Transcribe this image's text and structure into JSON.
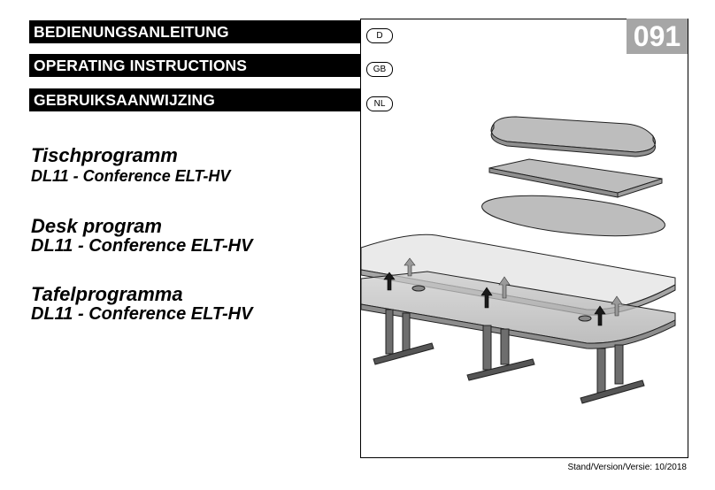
{
  "headings": {
    "de": "BEDIENUNGSANLEITUNG",
    "en": "OPERATING INSTRUCTIONS",
    "nl": "GEBRUIKSAANWIJZING"
  },
  "languages": {
    "de": "D",
    "en": "GB",
    "nl": "NL"
  },
  "titles": [
    {
      "main": "Tischprogramm",
      "sub": "DL11 - Conference ELT-HV"
    },
    {
      "main": "Desk program",
      "sub": "DL11 - Conference ELT-HV"
    },
    {
      "main": "Tafelprogramma",
      "sub": "DL11 - Conference ELT-HV"
    }
  ],
  "doc_number": "091",
  "footer": "Stand/Version/Versie: 10/2018",
  "colors": {
    "header_bar": "#000000",
    "number_badge": "#a6a6a6",
    "tabletop": "#b8b8b8",
    "arrow_dark": "#1a1a1a",
    "arrow_light": "#9a9a9a"
  },
  "icons": [
    "arrow-up-icon"
  ]
}
